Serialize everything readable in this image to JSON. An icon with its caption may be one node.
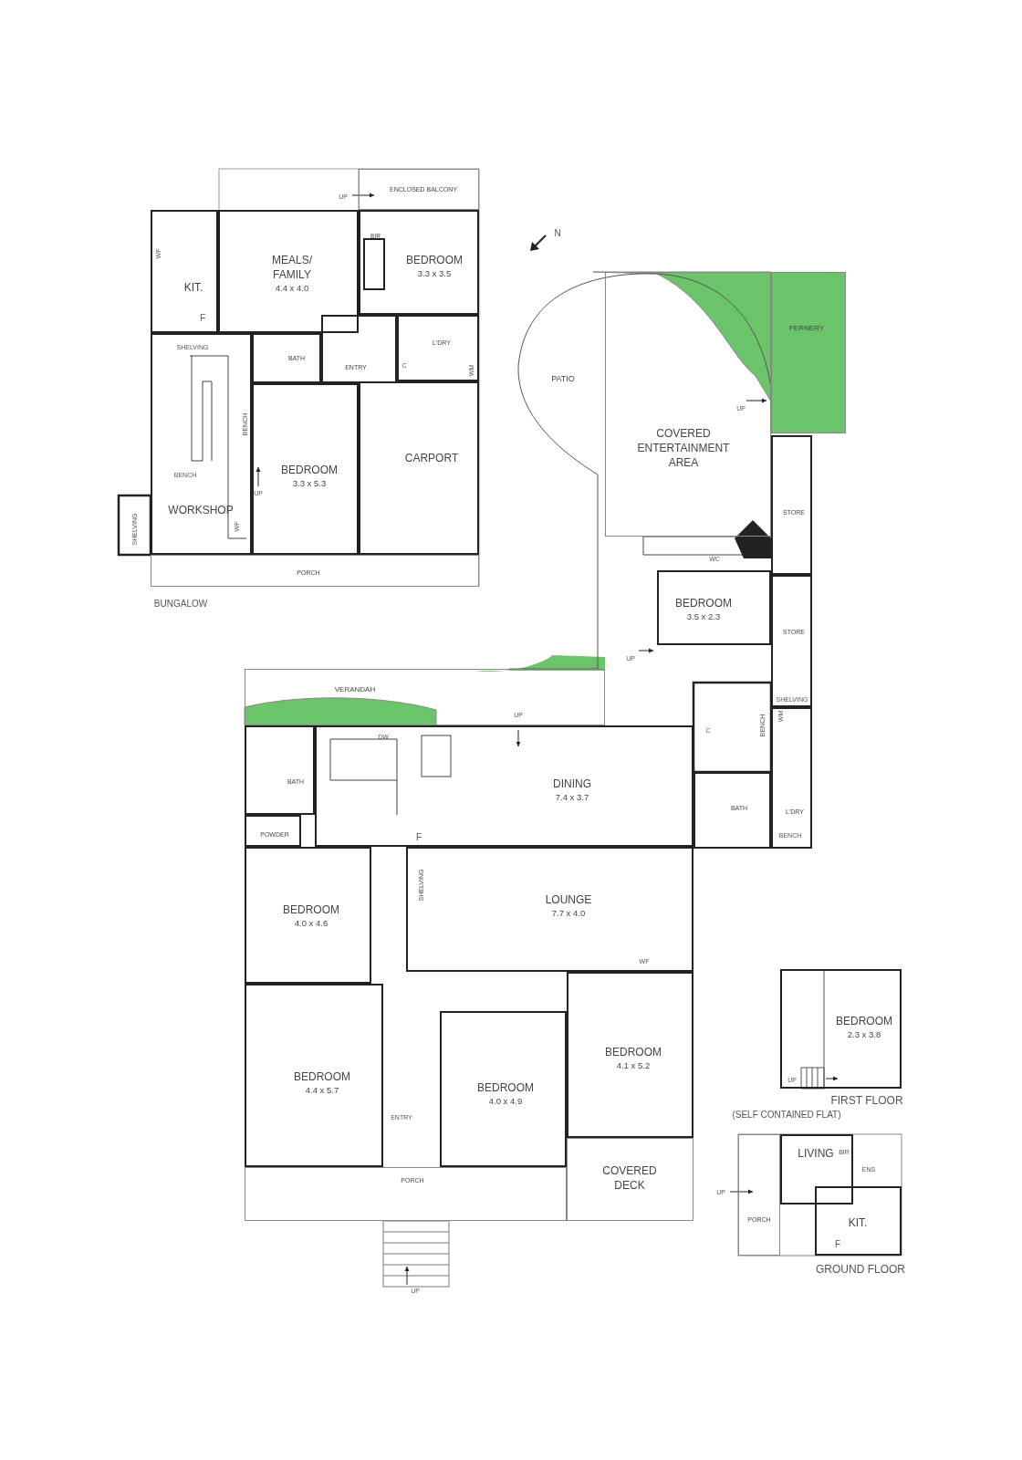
{
  "diagram": {
    "nodes": [
      {
        "text": [
          "ENCLOSED BALCONY"
        ]
      },
      {
        "text": [
          "KIT."
        ]
      },
      {
        "text": [
          "MEALS/ FAMILY",
          "4.4 x 4.0"
        ]
      },
      {
        "text": [
          "BIR"
        ],
        "in": 4
      },
      {
        "text": [
          "BEDROOM",
          "3.3 x 3.5"
        ]
      },
      {
        "text": [
          "BATH"
        ]
      },
      {
        "text": [
          "ENTRY"
        ]
      },
      {
        "text": [
          "L'DRY"
        ]
      },
      {
        "text": [
          "WORKSHOP"
        ]
      },
      {
        "text": [
          "BEDROOM",
          "3.3 x 5.3"
        ]
      },
      {
        "text": [
          "CARPORT"
        ]
      },
      {
        "text": [
          "PORCH"
        ]
      },
      {
        "text": [
          "PATIO"
        ]
      },
      {
        "text": [
          "COVERED ENTERTAINMENT AREA"
        ]
      },
      {
        "text": [
          "FERNERY"
        ]
      },
      {
        "text": [
          "STORE"
        ]
      },
      {
        "text": [
          "BEDROOM",
          "3.5 x 2.3"
        ]
      },
      {
        "text": [
          "STORE"
        ]
      },
      {
        "text": [
          "VERANDAH"
        ]
      },
      {
        "text": [
          "BATH"
        ]
      },
      {
        "text": [
          "DINING",
          "7.4 x 3.7"
        ]
      },
      {
        "text": [
          "POWDER"
        ]
      },
      {
        "text": [
          "BATH"
        ]
      },
      {
        "text": [
          "L'DRY"
        ]
      },
      {
        "text": [
          "LOUNGE",
          "7.7 x 4.0"
        ]
      },
      {
        "text": [
          "BEDROOM",
          "4.0 x 4.6"
        ]
      },
      {
        "text": [
          "BEDROOM",
          "4.4 x 5.7"
        ]
      },
      {
        "text": [
          "BEDROOM",
          "4.0 x 4.9"
        ]
      },
      {
        "text": [
          "BEDROOM",
          "4.1 x 5.2"
        ]
      },
      {
        "text": [
          "PORCH"
        ]
      },
      {
        "text": [
          "COVERED DECK"
        ]
      },
      {
        "text": [
          "BEDROOM",
          "2.3 x 3.8"
        ]
      },
      {
        "text": [
          "LIVING"
        ]
      },
      {
        "text": [
          "KIT."
        ]
      },
      {
        "text": [
          "PORCH"
        ]
      }
    ],
    "edges": [],
    "labels": [
      "UP",
      "WF",
      "F",
      "SHELVING",
      "C",
      "WM",
      "BENCH",
      "BENCH",
      "UP",
      "WF",
      "SHELVING",
      "BUNGALOW",
      "N",
      "UP",
      "WC",
      "UP",
      "SHELVING",
      "UP",
      "DW",
      "C",
      "BENCH",
      "WM",
      "F",
      "BENCH",
      "SHELVING",
      "WF",
      "ENTRY",
      "UP",
      "FIRST FLOOR",
      "(SELF CONTAINED FLAT)",
      "BIR",
      "ENS",
      "UP",
      "F",
      "GROUND FLOOR",
      "UP"
    ]
  }
}
